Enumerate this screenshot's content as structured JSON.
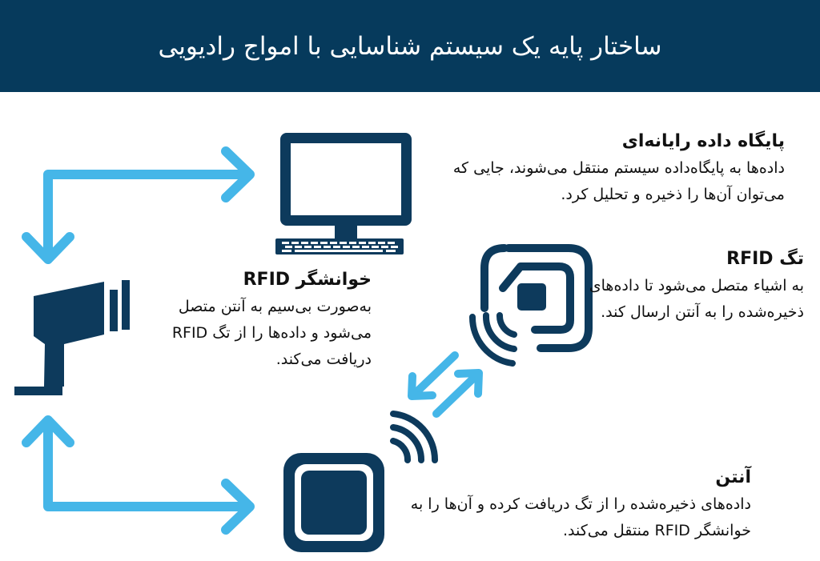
{
  "header": {
    "title": "ساختار پایه یک سیستم شناسایی با امواج رادیویی"
  },
  "colors": {
    "header_bg": "#063a5c",
    "icon": "#0d3a5c",
    "arrow": "#45b6e8",
    "text": "#111111"
  },
  "components": {
    "database": {
      "title": "پایگاه داده رایانه‌ای",
      "desc": "داده‌ها به پایگاه‌داده سیستم منتقل می‌شوند، جایی که می‌توان آن‌ها را ذخیره و تحلیل کرد.",
      "icon": "computer-monitor-icon"
    },
    "reader": {
      "title": "خوانشگر RFID",
      "desc": "به‌صورت بی‌سیم به آنتن متصل می‌شود و داده‌ها را از تگ RFID دریافت می‌کند.",
      "icon": "barcode-scanner-icon"
    },
    "tag": {
      "title": "تگ RFID",
      "desc": "به اشیاء متصل می‌شود تا داده‌های ذخیره‌شده را به آنتن ارسال کند.",
      "icon": "rfid-tag-icon"
    },
    "antenna": {
      "title": "آنتن",
      "desc": "داده‌های ذخیره‌شده را از تگ دریافت کرده و آن‌ها را به خوانشگر RFID منتقل می‌کند.",
      "icon": "antenna-square-icon"
    }
  }
}
